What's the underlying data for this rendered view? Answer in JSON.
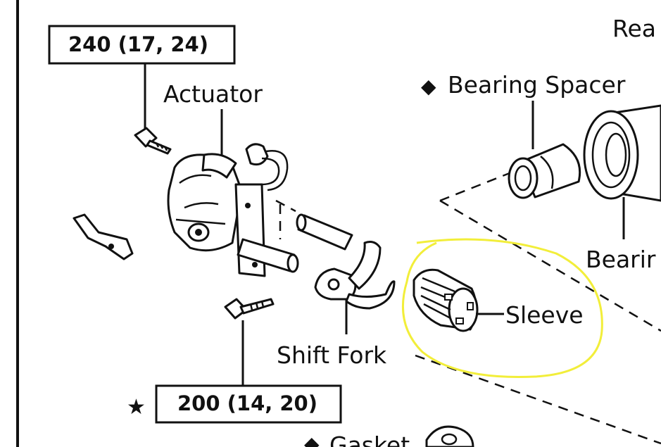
{
  "colors": {
    "line": "#111111",
    "background": "#ffffff",
    "highlight": "#f2ee3a"
  },
  "labels": {
    "rear": "Rea",
    "actuator": "Actuator",
    "bearing_spacer": "Bearing Spacer",
    "bearing": "Bearir",
    "shift_fork": "Shift Fork",
    "sleeve": "Sleeve",
    "gasket": "Gasket"
  },
  "torque_specs": {
    "top": "240 (17, 24)",
    "bottom": "200 (14, 20)"
  },
  "symbols": {
    "diamond": "◆",
    "star": "★"
  },
  "icons": {
    "diamond_marker": "diamond-icon",
    "star_marker": "star-icon"
  }
}
